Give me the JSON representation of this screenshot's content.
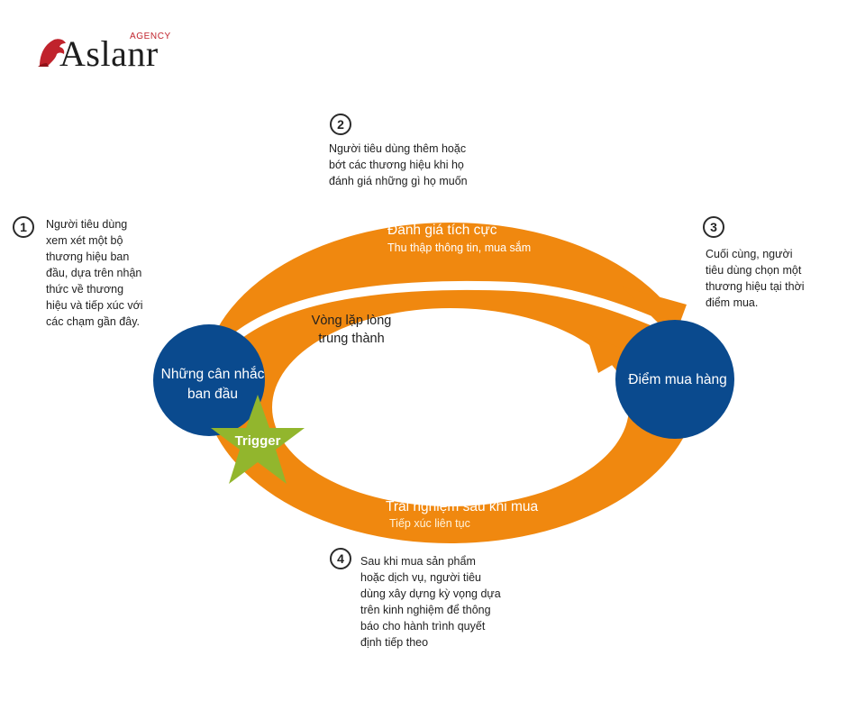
{
  "logo": {
    "word": "Aslanr",
    "agency": "AGENCY"
  },
  "colors": {
    "orange": "#f0880f",
    "blue": "#0a4a8e",
    "green": "#92b62d",
    "text": "#222222"
  },
  "arcs": {
    "top_title": "Đánh giá tích cực",
    "top_sub": "Thu thập thông tin, mua sắm",
    "loop_line1": "Vòng lặp lòng",
    "loop_line2": "trung thành",
    "bottom_title": "Trải nghiệm sau khi mua",
    "bottom_sub": "Tiếp xúc liên tục"
  },
  "nodes": {
    "left_line1": "Những cân nhắc",
    "left_line2": "ban đầu",
    "right": "Điểm mua hàng",
    "trigger": "Trigger"
  },
  "steps": [
    {
      "num": "1",
      "text": "Người tiêu dùng\nxem xét một bộ\nthương hiệu ban\nđầu, dựa trên nhận\nthức về thương\nhiệu và tiếp xúc với\ncác chạm gần đây."
    },
    {
      "num": "2",
      "text": "Người tiêu dùng thêm hoặc\nbớt các thương hiệu khi họ\nđánh giá những gì họ muốn"
    },
    {
      "num": "3",
      "text": "Cuối cùng, người\ntiêu dùng chọn một\nthương hiệu tại thời\nđiểm mua."
    },
    {
      "num": "4",
      "text": "Sau khi mua sản phẩm\nhoặc dịch vụ, người tiêu\ndùng xây dựng kỳ vọng dựa\ntrên kinh nghiệm để thông\nbáo cho hành trình quyết\nđịnh tiếp theo"
    }
  ]
}
